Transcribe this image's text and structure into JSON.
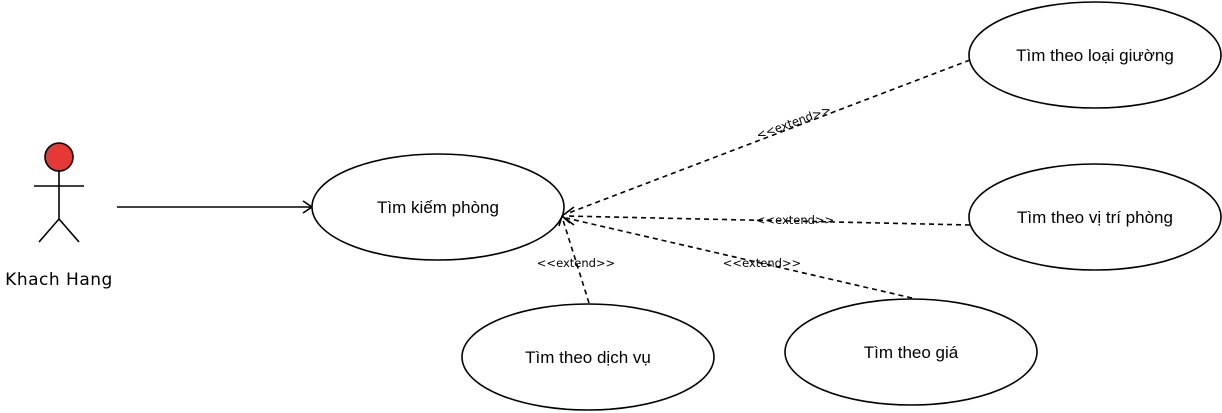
{
  "actor": {
    "name": "Khach Hang",
    "head_color": "#e53935"
  },
  "use_cases": {
    "main": "Tìm kiếm phòng",
    "bed_type": "Tìm theo loại giường",
    "location": "Tìm theo vị trí phòng",
    "service": "Tìm theo dịch vụ",
    "price": "Tìm theo giá"
  },
  "relations": {
    "bed_type": "<<extend>>",
    "location": "<<extend>>",
    "service": "<<extend>>",
    "price": "<<extend>>"
  }
}
